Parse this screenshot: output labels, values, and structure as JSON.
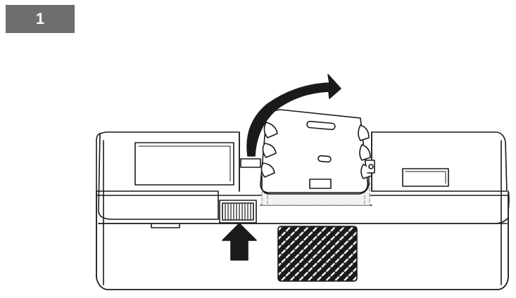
{
  "step": {
    "number": "1"
  },
  "colors": {
    "badge_bg": "#6d6e70",
    "badge_text": "#ffffff",
    "line": "#1a1a1a",
    "arrow": "#1a1a1a",
    "ghost_outline": "#9a9a9a"
  },
  "illustration": {
    "subject": "device-with-hinged-flap",
    "actions": [
      "press-release-latch-arrow",
      "rotate-flap-open-arrow"
    ]
  }
}
